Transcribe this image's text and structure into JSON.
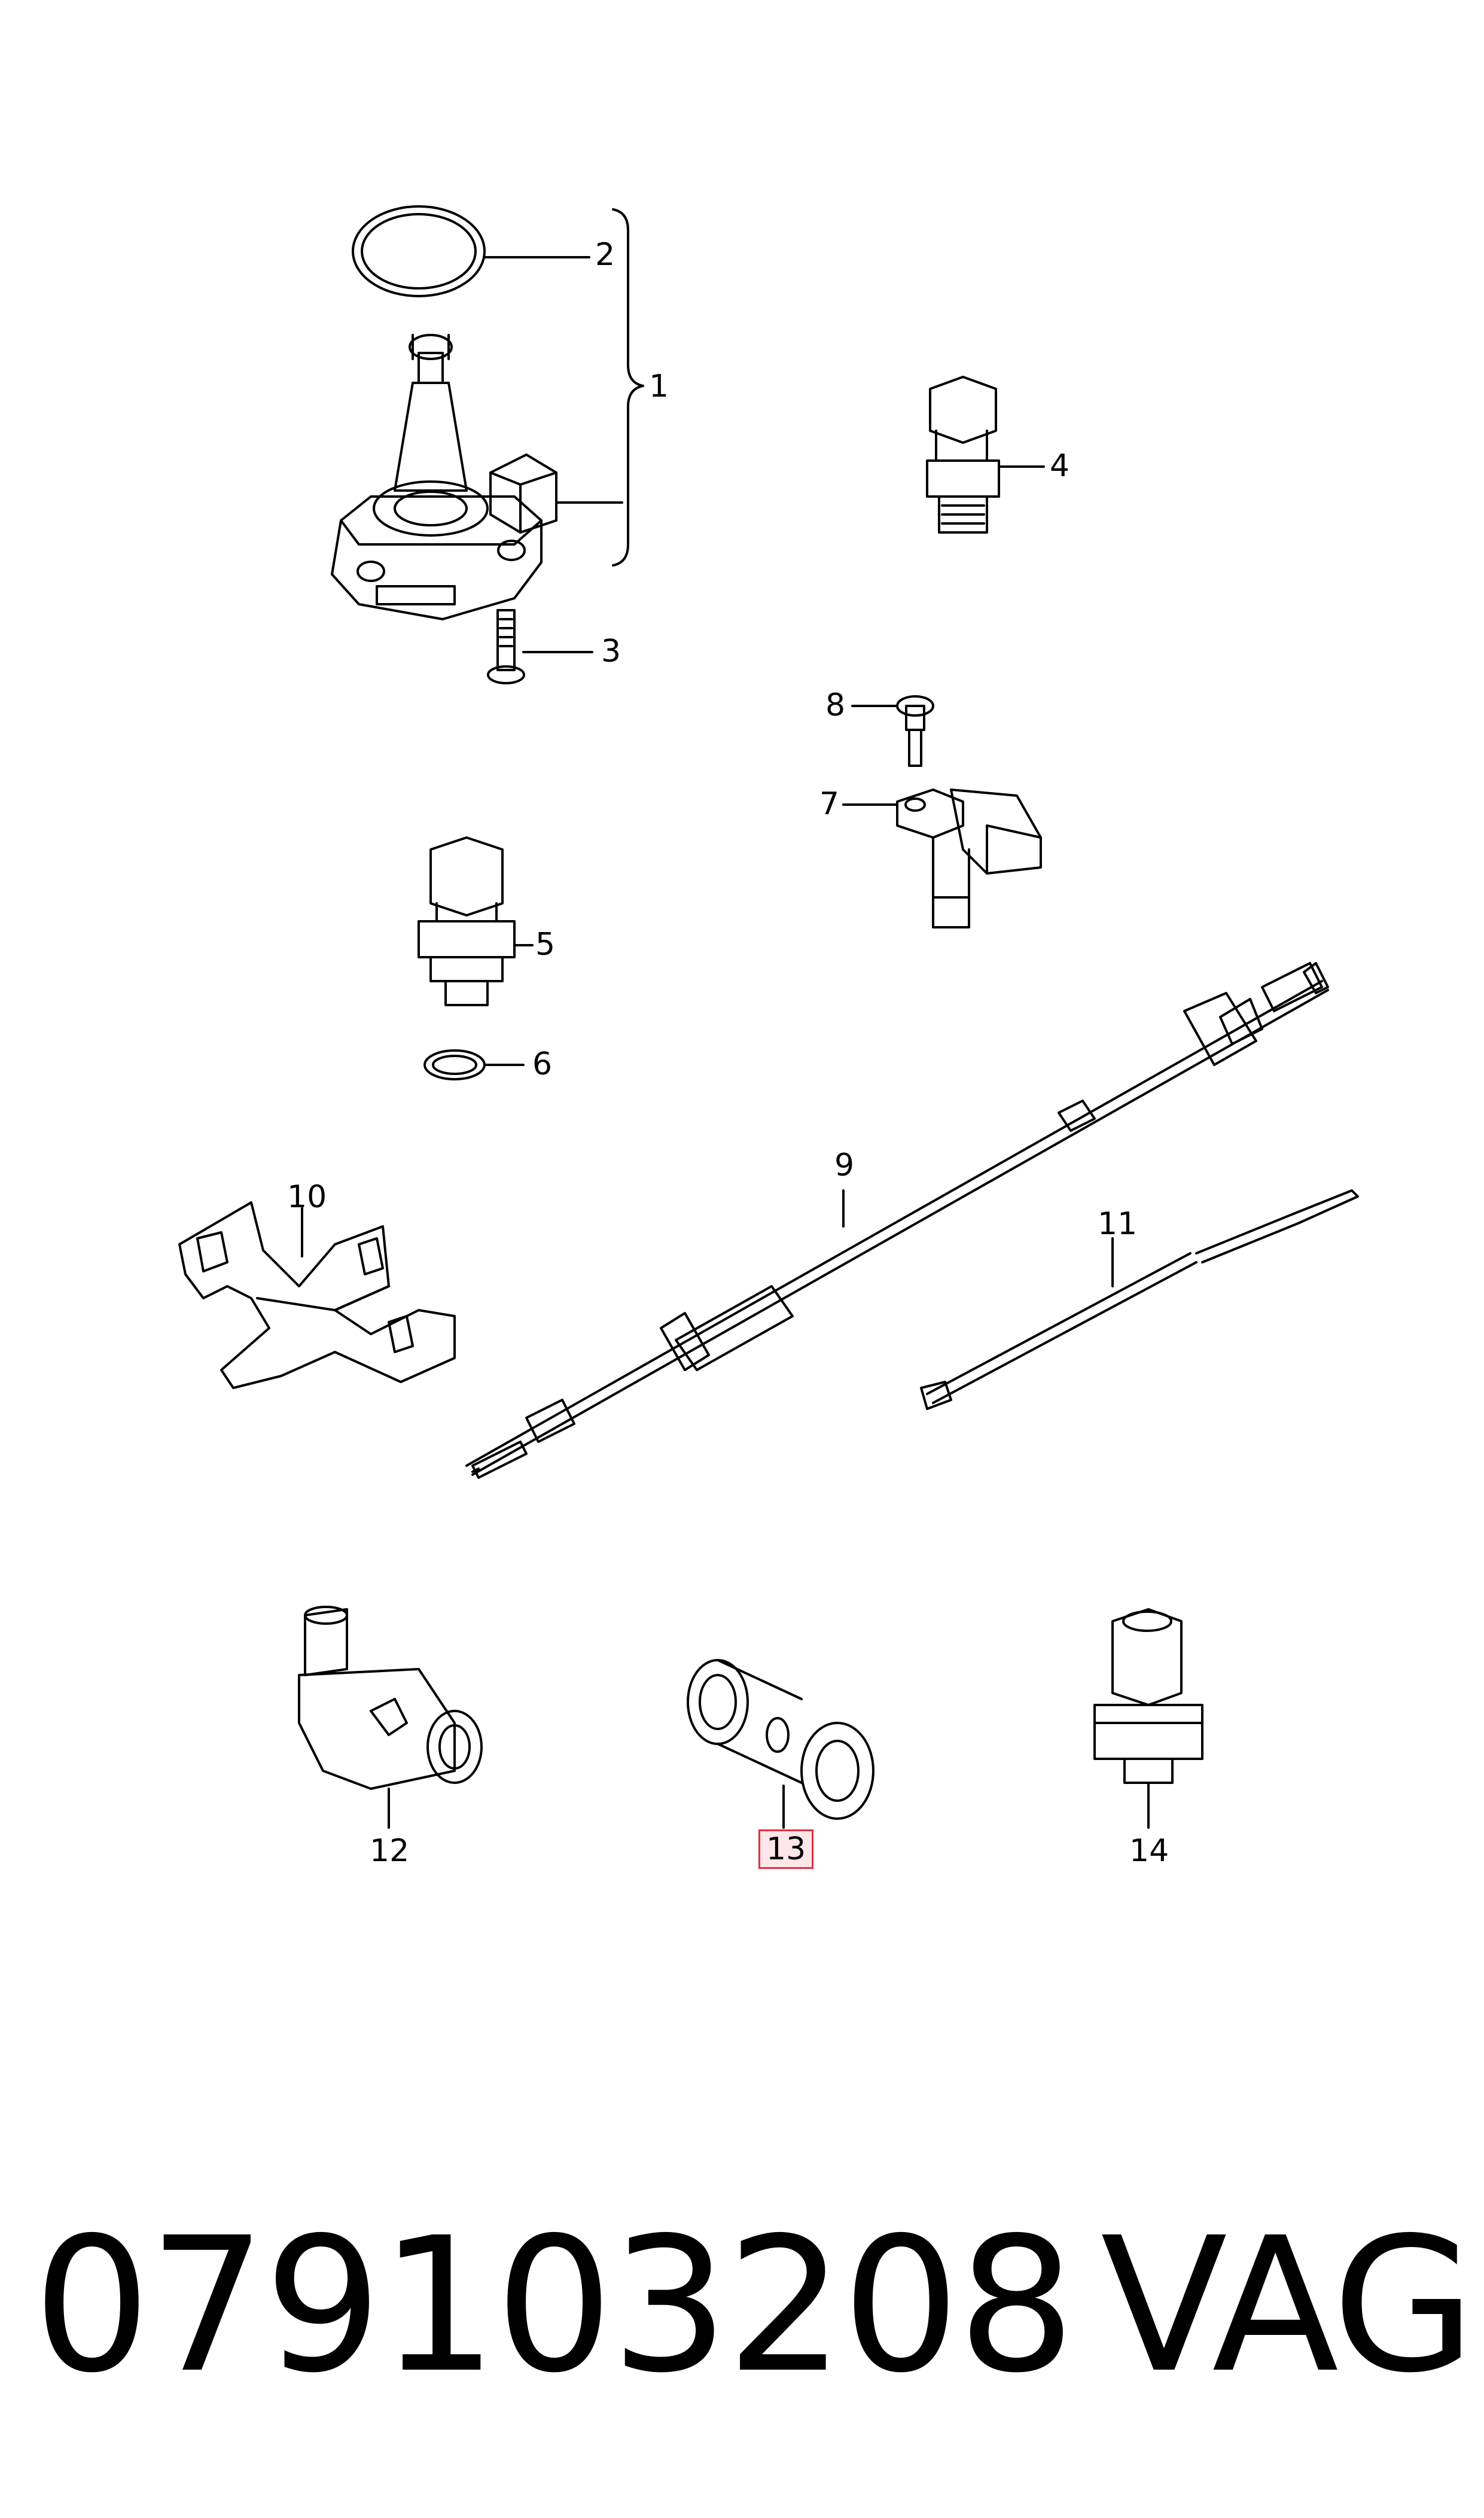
{
  "callouts": {
    "c1": "1",
    "c2": "2",
    "c3": "3",
    "c4": "4",
    "c5": "5",
    "c6": "6",
    "c7": "7",
    "c8": "8",
    "c9": "9",
    "c10": "10",
    "c11": "11",
    "c12": "12",
    "c13": "13",
    "c14": "14"
  },
  "highlighted_callout": "13",
  "highlight_color": "#e0303a",
  "footer": {
    "part_number": "079103208",
    "brand": "VAG"
  }
}
